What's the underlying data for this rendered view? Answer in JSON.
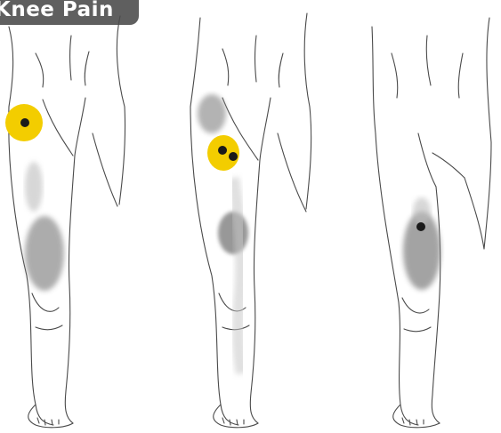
{
  "title": "Knee Pain",
  "colors": {
    "trigger_point_halo": "#f3cd00",
    "trigger_point_dot": "#1a1a1a",
    "referred_pain": "#8a8a8a",
    "spillover_pain": "#bdbdbd",
    "outline": "#4a4a4a",
    "title_badge": "#5f5f5f"
  },
  "figures": [
    {
      "name": "left-leg-figure"
    },
    {
      "name": "center-leg-figure"
    },
    {
      "name": "right-leg-figure"
    }
  ]
}
